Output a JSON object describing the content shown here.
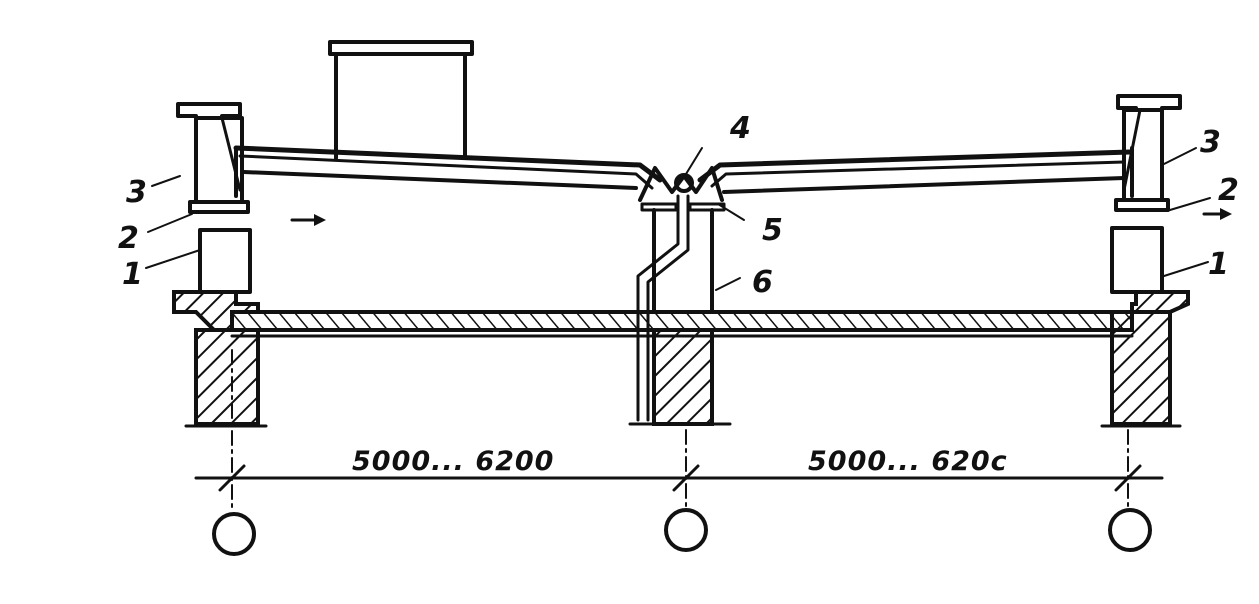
{
  "labels": {
    "left_column": "1",
    "left_gap": "2",
    "left_beam": "3",
    "ridge_joint": "4",
    "ridge_support": "5",
    "drain_pipe": "6",
    "right_beam": "3",
    "right_gap": "2",
    "right_column": "1"
  },
  "dimensions": {
    "left_span": "5000... 6200",
    "right_span": "5000... 620c"
  },
  "axis_marks": [
    "",
    "",
    ""
  ]
}
